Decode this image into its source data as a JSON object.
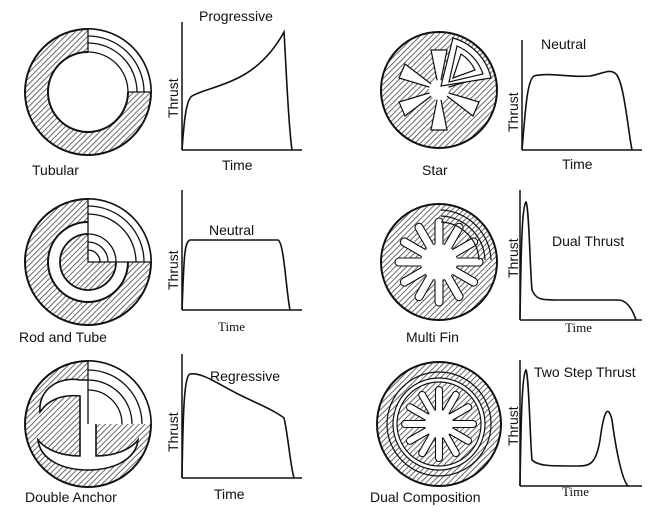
{
  "panels": [
    {
      "id": "tubular",
      "grain_name": "Tubular",
      "thrust_profile": "Progressive",
      "y_label": "Thrust",
      "x_label": "Time"
    },
    {
      "id": "star",
      "grain_name": "Star",
      "thrust_profile": "Neutral",
      "y_label": "Thrust",
      "x_label": "Time"
    },
    {
      "id": "rodtube",
      "grain_name": "Rod and Tube",
      "thrust_profile": "Neutral",
      "y_label": "Thrust",
      "x_label": "Time"
    },
    {
      "id": "multifin",
      "grain_name": "Multi Fin",
      "thrust_profile": "Dual Thrust",
      "y_label": "Thrust",
      "x_label": "Time"
    },
    {
      "id": "anchor",
      "grain_name": "Double Anchor",
      "thrust_profile": "Regressive",
      "y_label": "Thrust",
      "x_label": "Time"
    },
    {
      "id": "dualcomp",
      "grain_name": "Dual Composition",
      "thrust_profile": "Two Step Thrust",
      "y_label": "Thrust",
      "x_label": "Time"
    }
  ],
  "colors": {
    "ink": "#111111",
    "hatch": "#555555",
    "paper": "#ffffff"
  }
}
